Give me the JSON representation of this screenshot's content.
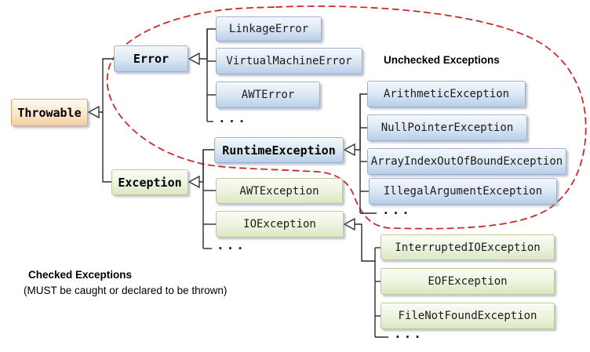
{
  "nodes": {
    "throwable": "Throwable",
    "error": "Error",
    "exception": "Exception",
    "linkage_error": "LinkageError",
    "virtual_machine_error": "VirtualMachineError",
    "awt_error": "AWTError",
    "runtime_exception": "RuntimeException",
    "awt_exception": "AWTException",
    "io_exception": "IOException",
    "arithmetic_exception": "ArithmeticException",
    "null_pointer_exception": "NullPointerException",
    "array_index_out_of_bound_exception": "ArrayIndexOutOfBoundException",
    "illegal_argument_exception": "IllegalArgumentException",
    "interrupted_io_exception": "InterruptedIOException",
    "eof_exception": "EOFException",
    "file_not_found_exception": "FileNotFoundException"
  },
  "annotations": {
    "unchecked_title": "Unchecked Exceptions",
    "checked_title": "Checked Exceptions",
    "checked_subtitle": "(MUST be caught or declared to be thrown)",
    "ellipsis": "..."
  },
  "colors": {
    "blue_node_border": "#9aaece",
    "green_node_border": "#bcc995",
    "orange_node_border": "#e2a567",
    "unchecked_outline": "#c92b2b",
    "connector": "#2b2b2b"
  }
}
